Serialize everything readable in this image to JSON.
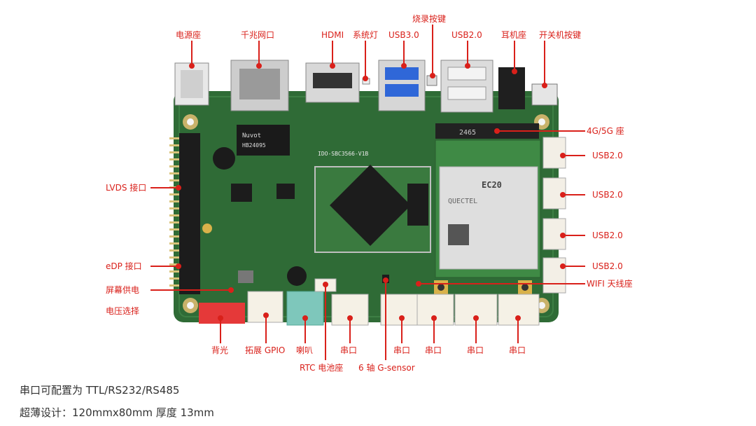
{
  "labels": {
    "power_jack": "电源座",
    "gigabit_ethernet": "千兆网口",
    "hdmi": "HDMI",
    "system_led": "系统灯",
    "usb30": "USB3.0",
    "burn_button": "烧录按键",
    "usb20_top": "USB2.0",
    "headphone_jack": "耳机座",
    "power_button": "开关机按键",
    "lvds": "LVDS 接口",
    "edp": "eDP 接口",
    "screen_power": "屏幕供电",
    "voltage_select": "电压选择",
    "backlight": "背光",
    "gpio": "拓展 GPIO",
    "speaker": "喇叭",
    "rtc": "RTC 电池座",
    "gsensor": "6 轴 G-sensor",
    "serial1": "串口",
    "serial2": "串口",
    "serial3": "串口",
    "serial4": "串口",
    "serial5": "串口",
    "modem": "4G/5G 座",
    "usb20_r1": "USB2.0",
    "usb20_r2": "USB2.0",
    "usb20_r3": "USB2.0",
    "usb20_r4": "USB2.0",
    "wifi": "WIFI 天线座"
  },
  "captions": {
    "line1": "串口可配置为 TTL/RS232/RS485",
    "line2": "超薄设计：120mmx80mm  厚度 13mm"
  },
  "board_text": {
    "model": "IDO-SBC3566-V1B",
    "ic_mark": "Nuvot",
    "ic_code": "HB24095",
    "module_brand": "QUECTEL",
    "module_model": "EC20",
    "slot_mark": "2465"
  },
  "colors": {
    "pcb": "#2f6b36",
    "callout": "#d9201a"
  }
}
